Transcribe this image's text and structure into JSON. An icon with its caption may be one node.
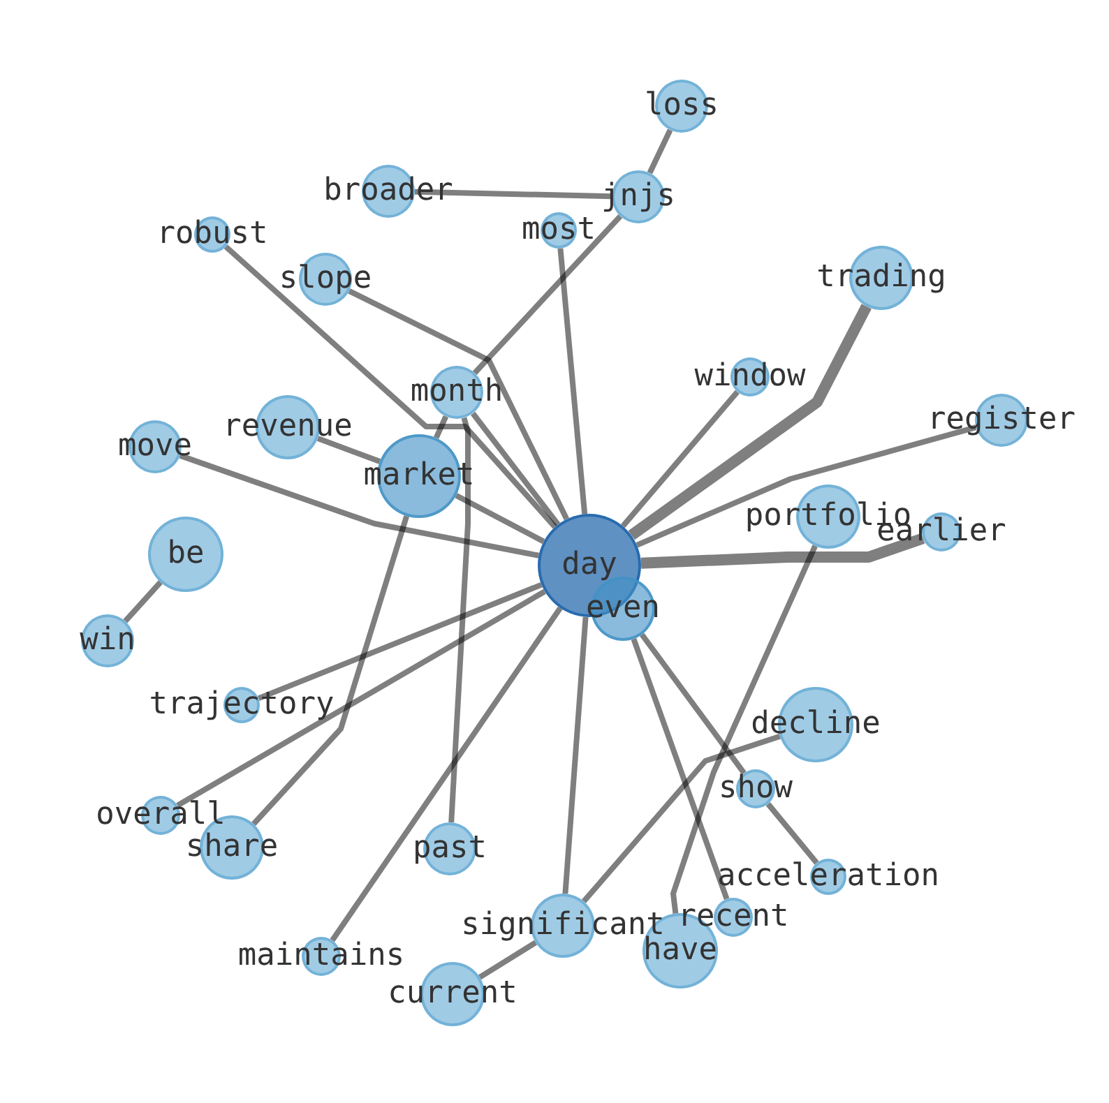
{
  "diagram": {
    "nodes": [
      {
        "text": [
          "loss"
        ]
      },
      {
        "text": [
          "broader"
        ]
      },
      {
        "text": [
          "jnjs"
        ]
      },
      {
        "text": [
          "robust"
        ]
      },
      {
        "text": [
          "most"
        ]
      },
      {
        "text": [
          "trading"
        ]
      },
      {
        "text": [
          "slope"
        ]
      },
      {
        "text": [
          "window"
        ]
      },
      {
        "text": [
          "month"
        ]
      },
      {
        "text": [
          "register"
        ]
      },
      {
        "text": [
          "revenue"
        ]
      },
      {
        "text": [
          "move"
        ]
      },
      {
        "text": [
          "market"
        ]
      },
      {
        "text": [
          "portfolio"
        ]
      },
      {
        "text": [
          "earlier"
        ]
      },
      {
        "text": [
          "be"
        ]
      },
      {
        "text": [
          "day"
        ]
      },
      {
        "text": [
          "even"
        ]
      },
      {
        "text": [
          "win"
        ]
      },
      {
        "text": [
          "trajectory"
        ]
      },
      {
        "text": [
          "decline"
        ]
      },
      {
        "text": [
          "show"
        ]
      },
      {
        "text": [
          "overall"
        ]
      },
      {
        "text": [
          "share"
        ]
      },
      {
        "text": [
          "past"
        ]
      },
      {
        "text": [
          "acceleration"
        ]
      },
      {
        "text": [
          "significant"
        ]
      },
      {
        "text": [
          "recent"
        ]
      },
      {
        "text": [
          "have"
        ]
      },
      {
        "text": [
          "maintains"
        ]
      },
      {
        "text": [
          "current"
        ]
      }
    ],
    "edges": [
      {
        "from": 0,
        "to": 2,
        "arrow": "none"
      },
      {
        "from": 1,
        "to": 2,
        "arrow": "none"
      },
      {
        "from": 2,
        "to": 8,
        "arrow": "none"
      },
      {
        "from": 3,
        "to": 16,
        "arrow": "none"
      },
      {
        "from": 4,
        "to": 16,
        "arrow": "none"
      },
      {
        "from": 5,
        "to": 16,
        "arrow": "none",
        "style": "thick"
      },
      {
        "from": 6,
        "to": 16,
        "arrow": "none"
      },
      {
        "from": 7,
        "to": 16,
        "arrow": "none"
      },
      {
        "from": 8,
        "to": 16,
        "arrow": "none"
      },
      {
        "from": 8,
        "to": 24,
        "arrow": "none"
      },
      {
        "from": 8,
        "to": 12,
        "arrow": "none"
      },
      {
        "from": 12,
        "to": 23,
        "arrow": "none"
      },
      {
        "from": 9,
        "to": 16,
        "arrow": "none"
      },
      {
        "from": 10,
        "to": 12,
        "arrow": "none"
      },
      {
        "from": 12,
        "to": 16,
        "arrow": "none"
      },
      {
        "from": 11,
        "to": 16,
        "arrow": "none"
      },
      {
        "from": 14,
        "to": 16,
        "arrow": "none",
        "style": "thick"
      },
      {
        "from": 13,
        "to": 28,
        "arrow": "none"
      },
      {
        "from": 15,
        "to": 18,
        "arrow": "none"
      },
      {
        "from": 16,
        "to": 19,
        "arrow": "none"
      },
      {
        "from": 16,
        "to": 22,
        "arrow": "none"
      },
      {
        "from": 16,
        "to": 29,
        "arrow": "none"
      },
      {
        "from": 16,
        "to": 26,
        "arrow": "none"
      },
      {
        "from": 17,
        "to": 27,
        "arrow": "none"
      },
      {
        "from": 17,
        "to": 21,
        "arrow": "none"
      },
      {
        "from": 21,
        "to": 25,
        "arrow": "none"
      },
      {
        "from": 20,
        "to": 26,
        "arrow": "none"
      },
      {
        "from": 26,
        "to": 30,
        "arrow": "none"
      }
    ]
  }
}
